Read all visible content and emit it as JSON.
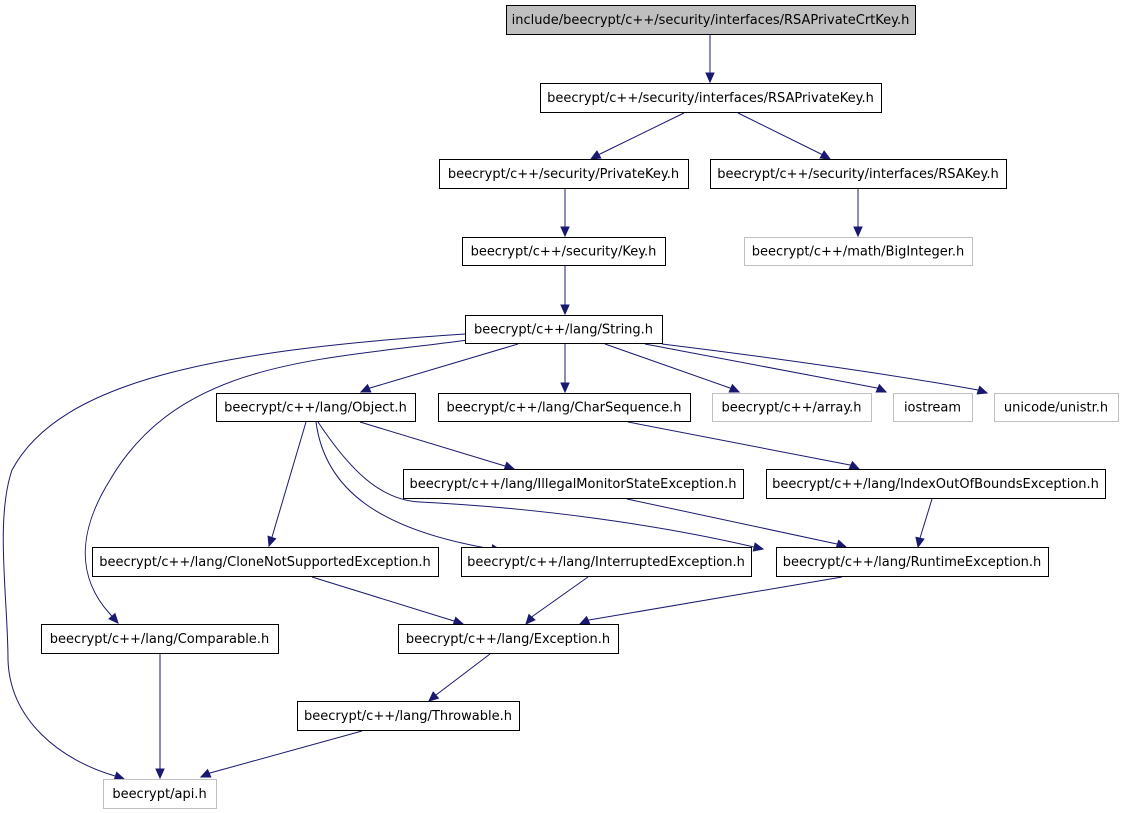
{
  "colors": {
    "edge": "#191970",
    "root_fill": "#bfbfbf",
    "external_border": "#bfbfbf",
    "node_border": "#000000"
  },
  "nodes": [
    {
      "id": "n0",
      "label": "include/beecrypt/c++/security/interfaces/RSAPrivateCrtKey.h",
      "kind": "root"
    },
    {
      "id": "n1",
      "label": "beecrypt/c++/security/interfaces/RSAPrivateKey.h",
      "kind": "normal"
    },
    {
      "id": "n2",
      "label": "beecrypt/c++/security/PrivateKey.h",
      "kind": "normal"
    },
    {
      "id": "n3",
      "label": "beecrypt/c++/security/interfaces/RSAKey.h",
      "kind": "normal"
    },
    {
      "id": "n4",
      "label": "beecrypt/c++/security/Key.h",
      "kind": "normal"
    },
    {
      "id": "n5",
      "label": "beecrypt/c++/math/BigInteger.h",
      "kind": "external"
    },
    {
      "id": "n6",
      "label": "beecrypt/c++/lang/String.h",
      "kind": "normal"
    },
    {
      "id": "n7",
      "label": "beecrypt/c++/lang/Object.h",
      "kind": "normal"
    },
    {
      "id": "n8",
      "label": "beecrypt/c++/lang/CharSequence.h",
      "kind": "normal"
    },
    {
      "id": "n9",
      "label": "beecrypt/c++/array.h",
      "kind": "external"
    },
    {
      "id": "n10",
      "label": "iostream",
      "kind": "external"
    },
    {
      "id": "n11",
      "label": "unicode/unistr.h",
      "kind": "external"
    },
    {
      "id": "n12",
      "label": "beecrypt/c++/lang/IllegalMonitorStateException.h",
      "kind": "normal"
    },
    {
      "id": "n13",
      "label": "beecrypt/c++/lang/IndexOutOfBoundsException.h",
      "kind": "normal"
    },
    {
      "id": "n14",
      "label": "beecrypt/c++/lang/CloneNotSupportedException.h",
      "kind": "normal"
    },
    {
      "id": "n15",
      "label": "beecrypt/c++/lang/InterruptedException.h",
      "kind": "normal"
    },
    {
      "id": "n16",
      "label": "beecrypt/c++/lang/RuntimeException.h",
      "kind": "normal"
    },
    {
      "id": "n17",
      "label": "beecrypt/c++/lang/Comparable.h",
      "kind": "normal"
    },
    {
      "id": "n18",
      "label": "beecrypt/c++/lang/Exception.h",
      "kind": "normal"
    },
    {
      "id": "n19",
      "label": "beecrypt/c++/lang/Throwable.h",
      "kind": "normal"
    },
    {
      "id": "n20",
      "label": "beecrypt/api.h",
      "kind": "external"
    }
  ],
  "edges": [
    {
      "from": "n0",
      "to": "n1"
    },
    {
      "from": "n1",
      "to": "n2"
    },
    {
      "from": "n1",
      "to": "n3"
    },
    {
      "from": "n2",
      "to": "n4"
    },
    {
      "from": "n3",
      "to": "n5"
    },
    {
      "from": "n4",
      "to": "n6"
    },
    {
      "from": "n6",
      "to": "n7"
    },
    {
      "from": "n6",
      "to": "n8"
    },
    {
      "from": "n6",
      "to": "n9"
    },
    {
      "from": "n6",
      "to": "n10"
    },
    {
      "from": "n6",
      "to": "n11"
    },
    {
      "from": "n6",
      "to": "n17"
    },
    {
      "from": "n6",
      "to": "n20"
    },
    {
      "from": "n7",
      "to": "n12"
    },
    {
      "from": "n7",
      "to": "n14"
    },
    {
      "from": "n7",
      "to": "n15"
    },
    {
      "from": "n7",
      "to": "n16"
    },
    {
      "from": "n8",
      "to": "n13"
    },
    {
      "from": "n12",
      "to": "n16"
    },
    {
      "from": "n13",
      "to": "n16"
    },
    {
      "from": "n14",
      "to": "n18"
    },
    {
      "from": "n15",
      "to": "n18"
    },
    {
      "from": "n16",
      "to": "n18"
    },
    {
      "from": "n17",
      "to": "n20"
    },
    {
      "from": "n18",
      "to": "n19"
    },
    {
      "from": "n19",
      "to": "n20"
    }
  ]
}
